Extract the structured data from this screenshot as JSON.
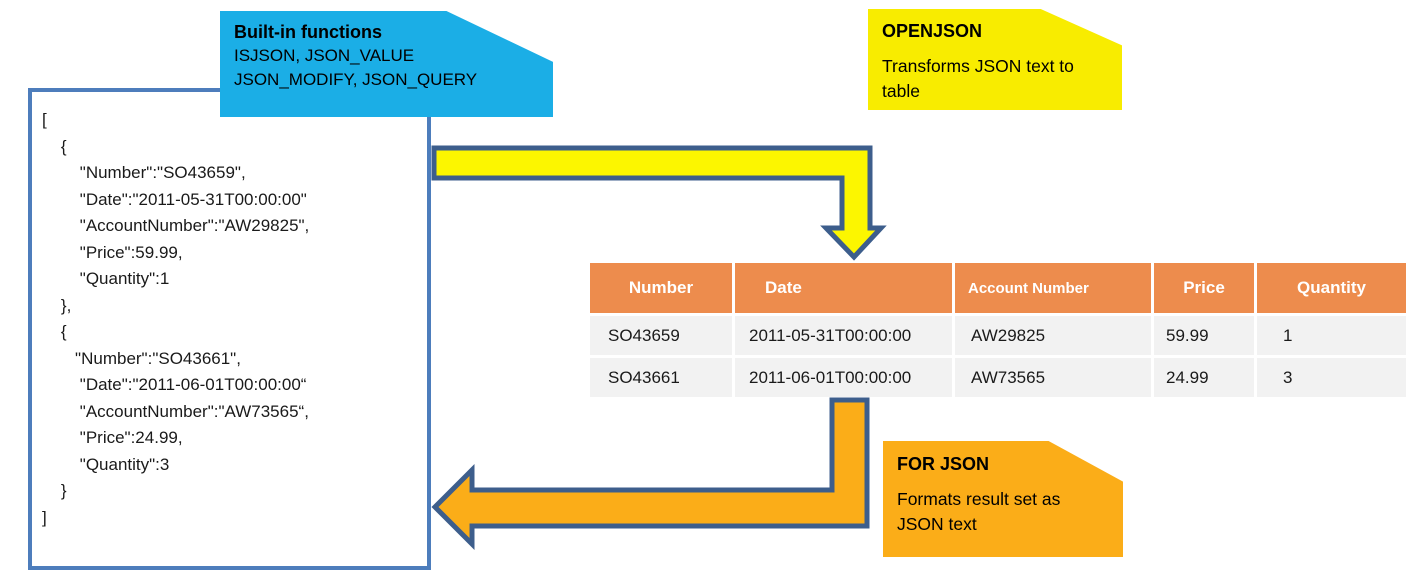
{
  "json_box": {
    "code": "[\n    {\n        \"Number\":\"SO43659\",\n        \"Date\":\"2011-05-31T00:00:00\"\n        \"AccountNumber\":\"AW29825\",\n        \"Price\":59.99,\n        \"Quantity\":1\n    },\n    {\n       \"Number\":\"SO43661\",\n        \"Date\":\"2011-06-01T00:00:00“\n        \"AccountNumber\":\"AW73565“,\n        \"Price\":24.99,\n        \"Quantity\":3\n    }\n]",
    "border_color": "#4d7dbc"
  },
  "callouts": {
    "builtin": {
      "title": "Built-in functions",
      "line1": "ISJSON, JSON_VALUE",
      "line2": "JSON_MODIFY, JSON_QUERY",
      "color": "#1baee6"
    },
    "openjson": {
      "title": "OPENJSON",
      "body": "Transforms JSON text to table",
      "color": "#f8ec00"
    },
    "forjson": {
      "title": "FOR JSON",
      "body": "Formats result set as JSON text",
      "color": "#fbad18"
    }
  },
  "table": {
    "headers": [
      "Number",
      "Date",
      "Account Number",
      "Price",
      "Quantity"
    ],
    "rows": [
      [
        "SO43659",
        "2011-05-31T00:00:00",
        "AW29825",
        "59.99",
        "1"
      ],
      [
        "SO43661",
        "2011-06-01T00:00:00",
        "AW73565",
        "24.99",
        "3"
      ]
    ],
    "header_color": "#ed8c4d",
    "row_color": "#f2f2f2"
  },
  "arrows": {
    "openjson_arrow_color": "#fcf600",
    "forjson_arrow_color": "#fbad18",
    "outline_color": "#3d5e8c"
  }
}
